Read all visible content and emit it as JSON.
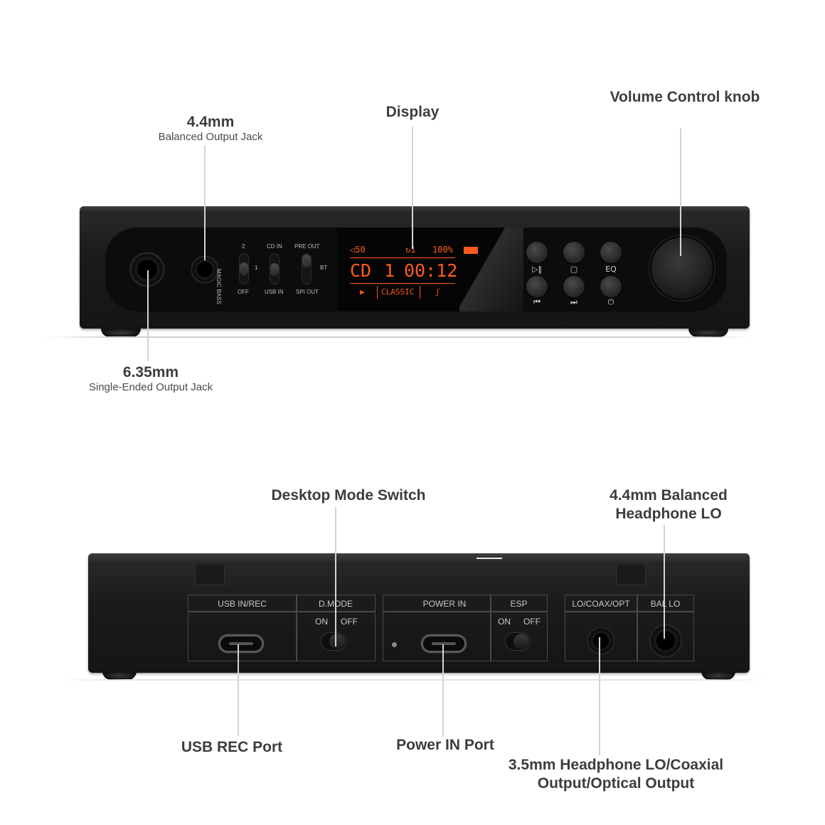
{
  "front": {
    "callouts": {
      "balanced_jack": {
        "title": "4.4mm",
        "subtitle": "Balanced Output Jack"
      },
      "display": {
        "title": "Display"
      },
      "volume_knob": {
        "title": "Volume Control knob"
      },
      "single_ended_jack": {
        "title": "6.35mm",
        "subtitle": "Single-Ended Output Jack"
      }
    },
    "panel_labels": {
      "magic_bass": "MAGIC BASS",
      "bass_2": "2",
      "bass_1": "1",
      "bass_off": "OFF",
      "cd_in": "CD IN",
      "usb_in": "USB IN",
      "pre_out": "PRE OUT",
      "bt": "BT",
      "spi_out": "SPI OUT"
    },
    "display_screen": {
      "volume": "◁50",
      "repeat": "↻1",
      "battery": "100%",
      "mode": "CD",
      "track": "1",
      "time": "00:12",
      "play_state": "▶",
      "eq_preset": "CLASSIC",
      "source_icon": "ʃ"
    },
    "buttons": [
      {
        "symbol": "▷‖",
        "name": "play-pause"
      },
      {
        "symbol": "▢",
        "name": "stop"
      },
      {
        "symbol": "EQ",
        "name": "eq"
      },
      {
        "symbol": "⏮",
        "name": "previous"
      },
      {
        "symbol": "⏭",
        "name": "next"
      },
      {
        "symbol": "⏻",
        "name": "power"
      }
    ]
  },
  "rear": {
    "callouts": {
      "desktop_mode": {
        "title": "Desktop Mode Switch"
      },
      "balanced_lo": {
        "line1": "4.4mm Balanced",
        "line2": "Headphone LO"
      },
      "usb_rec": {
        "title": "USB REC Port"
      },
      "power_in": {
        "title": "Power IN Port"
      },
      "lo_coax_opt": {
        "line1": "3.5mm Headphone LO/Coaxial",
        "line2": "Output/Optical Output"
      }
    },
    "panel_labels": {
      "usb_in_rec": "USB IN/REC",
      "d_mode": "D.MODE",
      "d_mode_on": "ON",
      "d_mode_off": "OFF",
      "power_in": "POWER IN",
      "esp": "ESP",
      "esp_on": "ON",
      "esp_off": "OFF",
      "lo_coax_opt": "LO/COAX/OPT",
      "bal_lo": "BAL LO"
    }
  },
  "colors": {
    "display_orange": "#ff5a1e",
    "chassis": "#1b1b1b",
    "callout_text": "#3d3d3d",
    "leader_line": "#d4d4d4"
  }
}
